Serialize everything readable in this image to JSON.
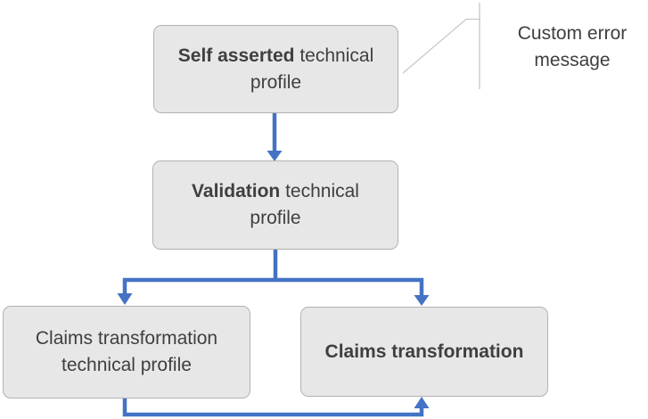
{
  "colors": {
    "arrow": "#4472C4",
    "box-fill": "#E8E7E7",
    "box-border": "#B3B1B1",
    "text": "#3F3F3F",
    "callout-line": "#C9C7C5",
    "background": "#FFFFFF"
  },
  "diagram": {
    "nodes": [
      {
        "label_bold": "Self asserted",
        "label_rest": " technical profile"
      },
      {
        "label_bold": "Validation",
        "label_rest": " technical profile"
      },
      {
        "label_bold": "",
        "label_rest": "Claims transformation technical profile"
      },
      {
        "label_bold": "Claims transformation",
        "label_rest": ""
      }
    ],
    "callout": {
      "label": "Custom error message",
      "attached_to": "Self asserted technical profile"
    },
    "edges": [
      {
        "from": "Self asserted technical profile",
        "to": "Validation technical profile"
      },
      {
        "from": "Validation technical profile",
        "to": "Claims transformation technical profile"
      },
      {
        "from": "Validation technical profile",
        "to": "Claims transformation"
      },
      {
        "from": "Claims transformation technical profile",
        "to": "Claims transformation"
      }
    ]
  }
}
